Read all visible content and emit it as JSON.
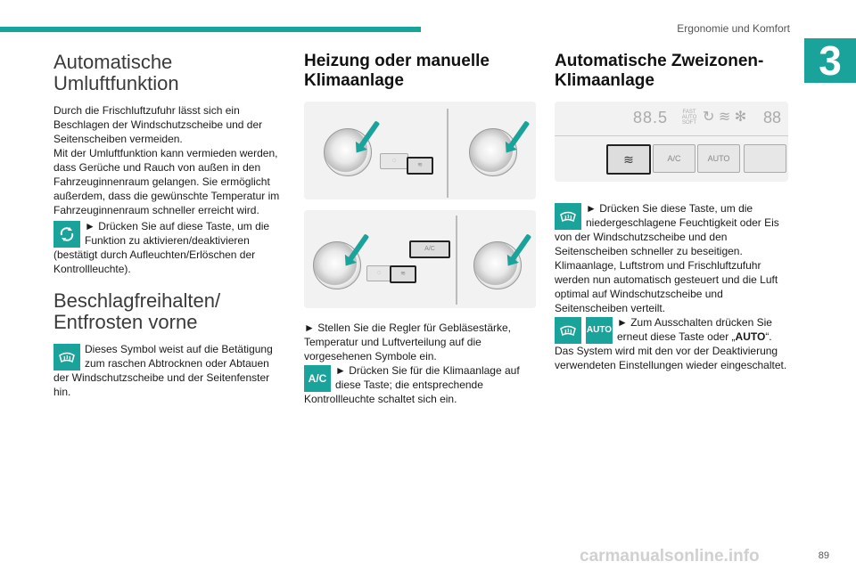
{
  "header": {
    "title": "Ergonomie und Komfort",
    "chapter": "3"
  },
  "col1": {
    "heading1": "Automatische Umluftfunktion",
    "para1": "Durch die Frischluftzufuhr lässt sich ein Beschlagen der Windschutzscheibe und der Seitenscheiben vermeiden.",
    "para2": "Mit der Umluftfunktion kann vermieden werden, dass Gerüche und Rauch von außen in den Fahrzeuginnenraum gelangen. Sie ermöglicht außerdem, dass die gewünschte Temperatur im Fahrzeuginnenraum schneller erreicht wird.",
    "para3": "► Drücken Sie auf diese Taste, um die Funktion zu aktivieren/deaktivieren (bestätigt durch Aufleuchten/Erlöschen der Kontrollleuchte).",
    "heading2": "Beschlagfreihalten/ Entfrosten vorne",
    "para4": "Dieses Symbol weist auf die Betätigung zum raschen Abtrocknen oder Abtauen der Windschutzscheibe und der Seitenfenster hin."
  },
  "col2": {
    "heading": "Heizung oder manuelle Klimaanlage",
    "para1": "► Stellen Sie die Regler für Gebläsestärke, Temperatur und Luftverteilung auf die vorgesehenen Symbole ein.",
    "para2": "► Drücken Sie für die Klimaanlage auf diese Taste; die entsprechende Kontrollleuchte schaltet sich ein.",
    "ac_icon": "A/C",
    "panel_ac_label": "A/C"
  },
  "col3": {
    "heading": "Automatische Zweizonen-Klimaanlage",
    "para1": "► Drücken Sie diese Taste, um die niedergeschlagene Feuchtigkeit oder Eis von der Windschutzscheibe und den Seitenscheiben schneller zu beseitigen.",
    "para2": "Klimaanlage, Luftstrom und Frischluftzufuhr werden nun automatisch gesteuert und die Luft optimal auf Windschutzscheibe und Seitenscheiben verteilt.",
    "para3_pre": "► Zum Ausschalten drücken Sie erneut diese Taste oder „",
    "para3_bold": "AUTO",
    "para3_post": "“.",
    "para4": "Das System wird mit den vor der Deaktivierung verwendeten Einstellungen wieder eingeschaltet.",
    "auto_icon": "AUTO",
    "display_left": "88.5",
    "display_mid": "FAST AUTO SOFT",
    "display_right": "88",
    "btn_ac": "A/C",
    "btn_auto": "AUTO"
  },
  "footer": {
    "page": "89",
    "watermark": "carmanualsonline.info"
  },
  "colors": {
    "accent": "#1aa39a"
  }
}
